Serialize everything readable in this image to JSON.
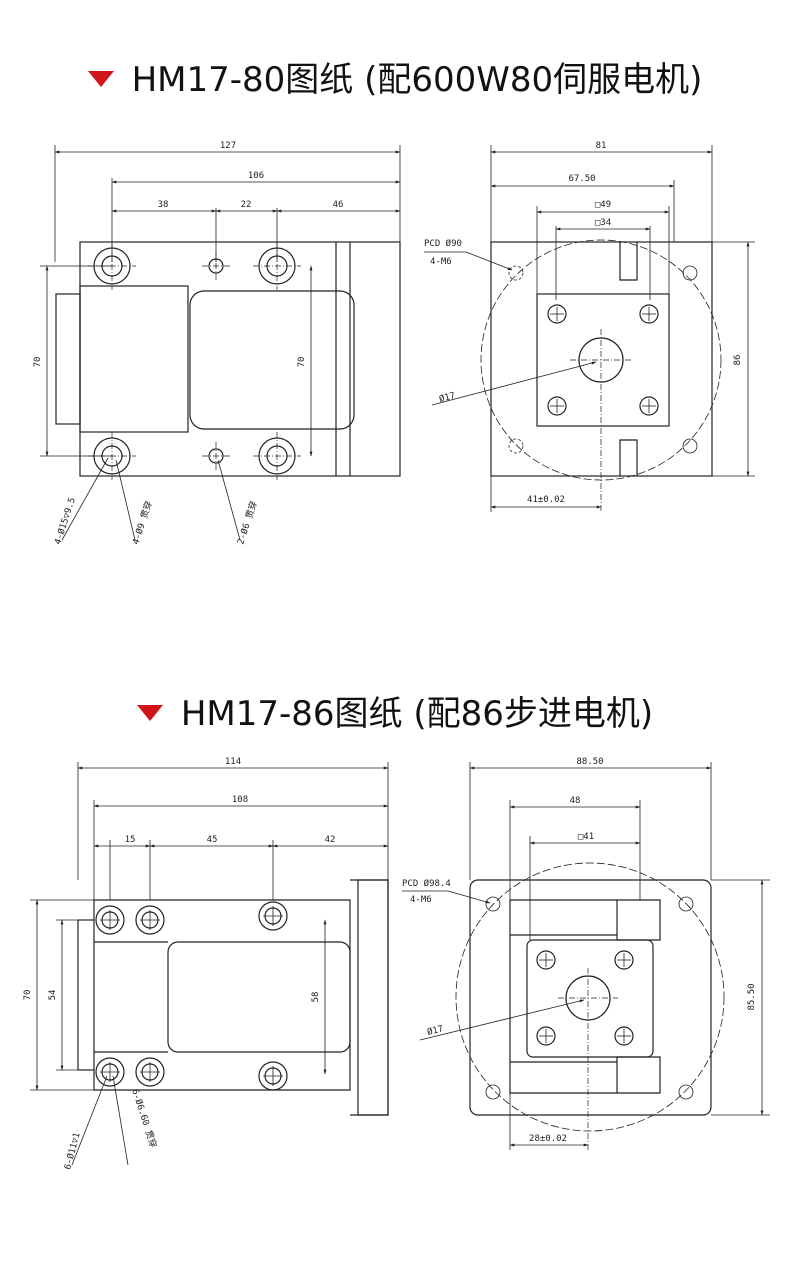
{
  "drawing1": {
    "title": "HM17-80图纸  (配600W80伺服电机)",
    "left": {
      "dims": {
        "overall": "127",
        "inner": "106",
        "a": "38",
        "b": "22",
        "c": "46",
        "height_left": "70",
        "height_right": "70"
      },
      "notes": {
        "n1": "4-Ø15▽9.5",
        "n2": "4-Ø9 贯穿",
        "n3": "2-Ø6 贯穿"
      }
    },
    "right": {
      "dims": {
        "overall": "81",
        "inner": "67.50",
        "sq1": "□49",
        "sq2": "□34",
        "height": "86",
        "bottom": "41±0.02"
      },
      "notes": {
        "pcd": "PCD Ø90",
        "thread": "4-M6",
        "bore": "Ø17"
      }
    }
  },
  "drawing2": {
    "title": "HM17-86图纸  (配86步进电机)",
    "left": {
      "dims": {
        "overall": "114",
        "inner": "108",
        "a": "15",
        "b": "45",
        "c": "42",
        "height_outer": "70",
        "height_inner": "54",
        "height_right": "58"
      },
      "notes": {
        "n1": "6-Ø11▽1",
        "n2": "6-Ø6.60 贯穿"
      }
    },
    "right": {
      "dims": {
        "overall": "88.50",
        "inner": "48",
        "sq": "□41",
        "height": "85.50",
        "bottom": "28±0.02"
      },
      "notes": {
        "pcd": "PCD Ø98.4",
        "thread": "4-M6",
        "bore": "Ø17"
      }
    }
  }
}
